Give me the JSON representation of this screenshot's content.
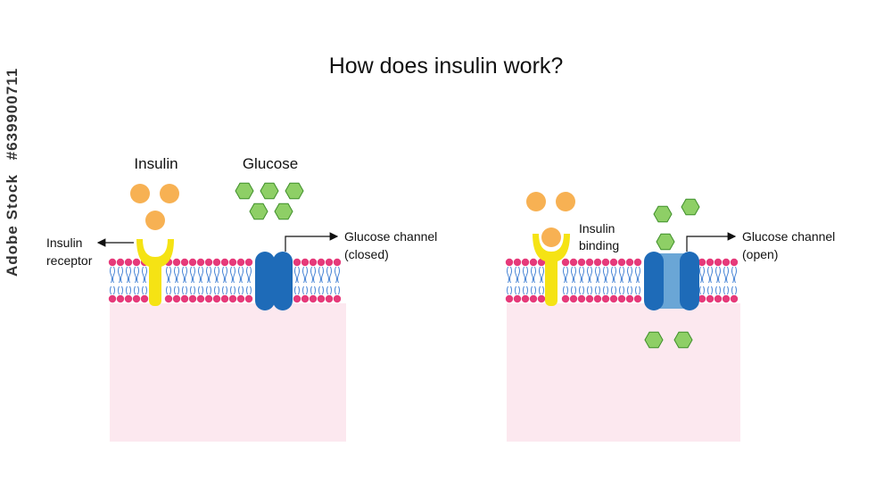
{
  "title": "How does insulin work?",
  "left_panel": {
    "insulin_label": "Insulin",
    "glucose_label": "Glucose",
    "receptor_label_1": "Insulin",
    "receptor_label_2": "receptor",
    "channel_label_1": "Glucose channel",
    "channel_label_2": "(closed)"
  },
  "right_panel": {
    "binding_label_1": "Insulin",
    "binding_label_2": "binding",
    "channel_label_1": "Glucose channel",
    "channel_label_2": "(open)"
  },
  "stock": {
    "brand": "Adobe Stock",
    "id": "#639900711"
  },
  "colors": {
    "insulin": "#f7b153",
    "glucose": "#8ecf66",
    "glucose_stroke": "#3f8f2a",
    "receptor": "#f5e314",
    "channel": "#1e6bb8",
    "channel_open": "#6aa6d6",
    "lipid_head": "#e63a7a",
    "lipid_tail": "#4a86d6",
    "cytoplasm": "#fce8ef"
  }
}
